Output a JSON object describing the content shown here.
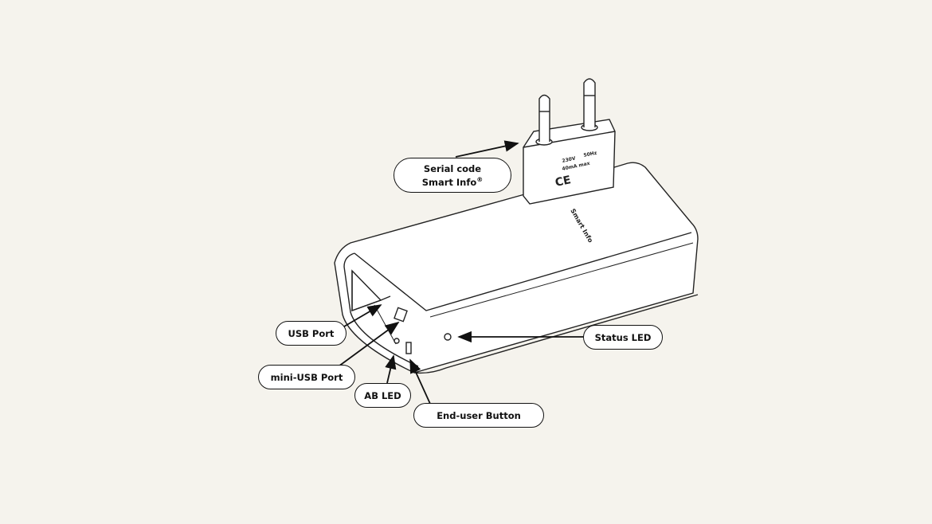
{
  "labels": {
    "serial_line1": "Serial code",
    "serial_line2": "Smart Info",
    "serial_mark": "®",
    "usb_port": "USB Port",
    "mini_usb_port": "mini-USB Port",
    "ab_led": "AB LED",
    "end_user_button": "End-user Button",
    "status_led": "Status LED"
  },
  "device_markings": {
    "voltage": "230V",
    "frequency": "50Hz",
    "current": "40mA max",
    "ce": "CE",
    "brand": "Smart Info"
  }
}
